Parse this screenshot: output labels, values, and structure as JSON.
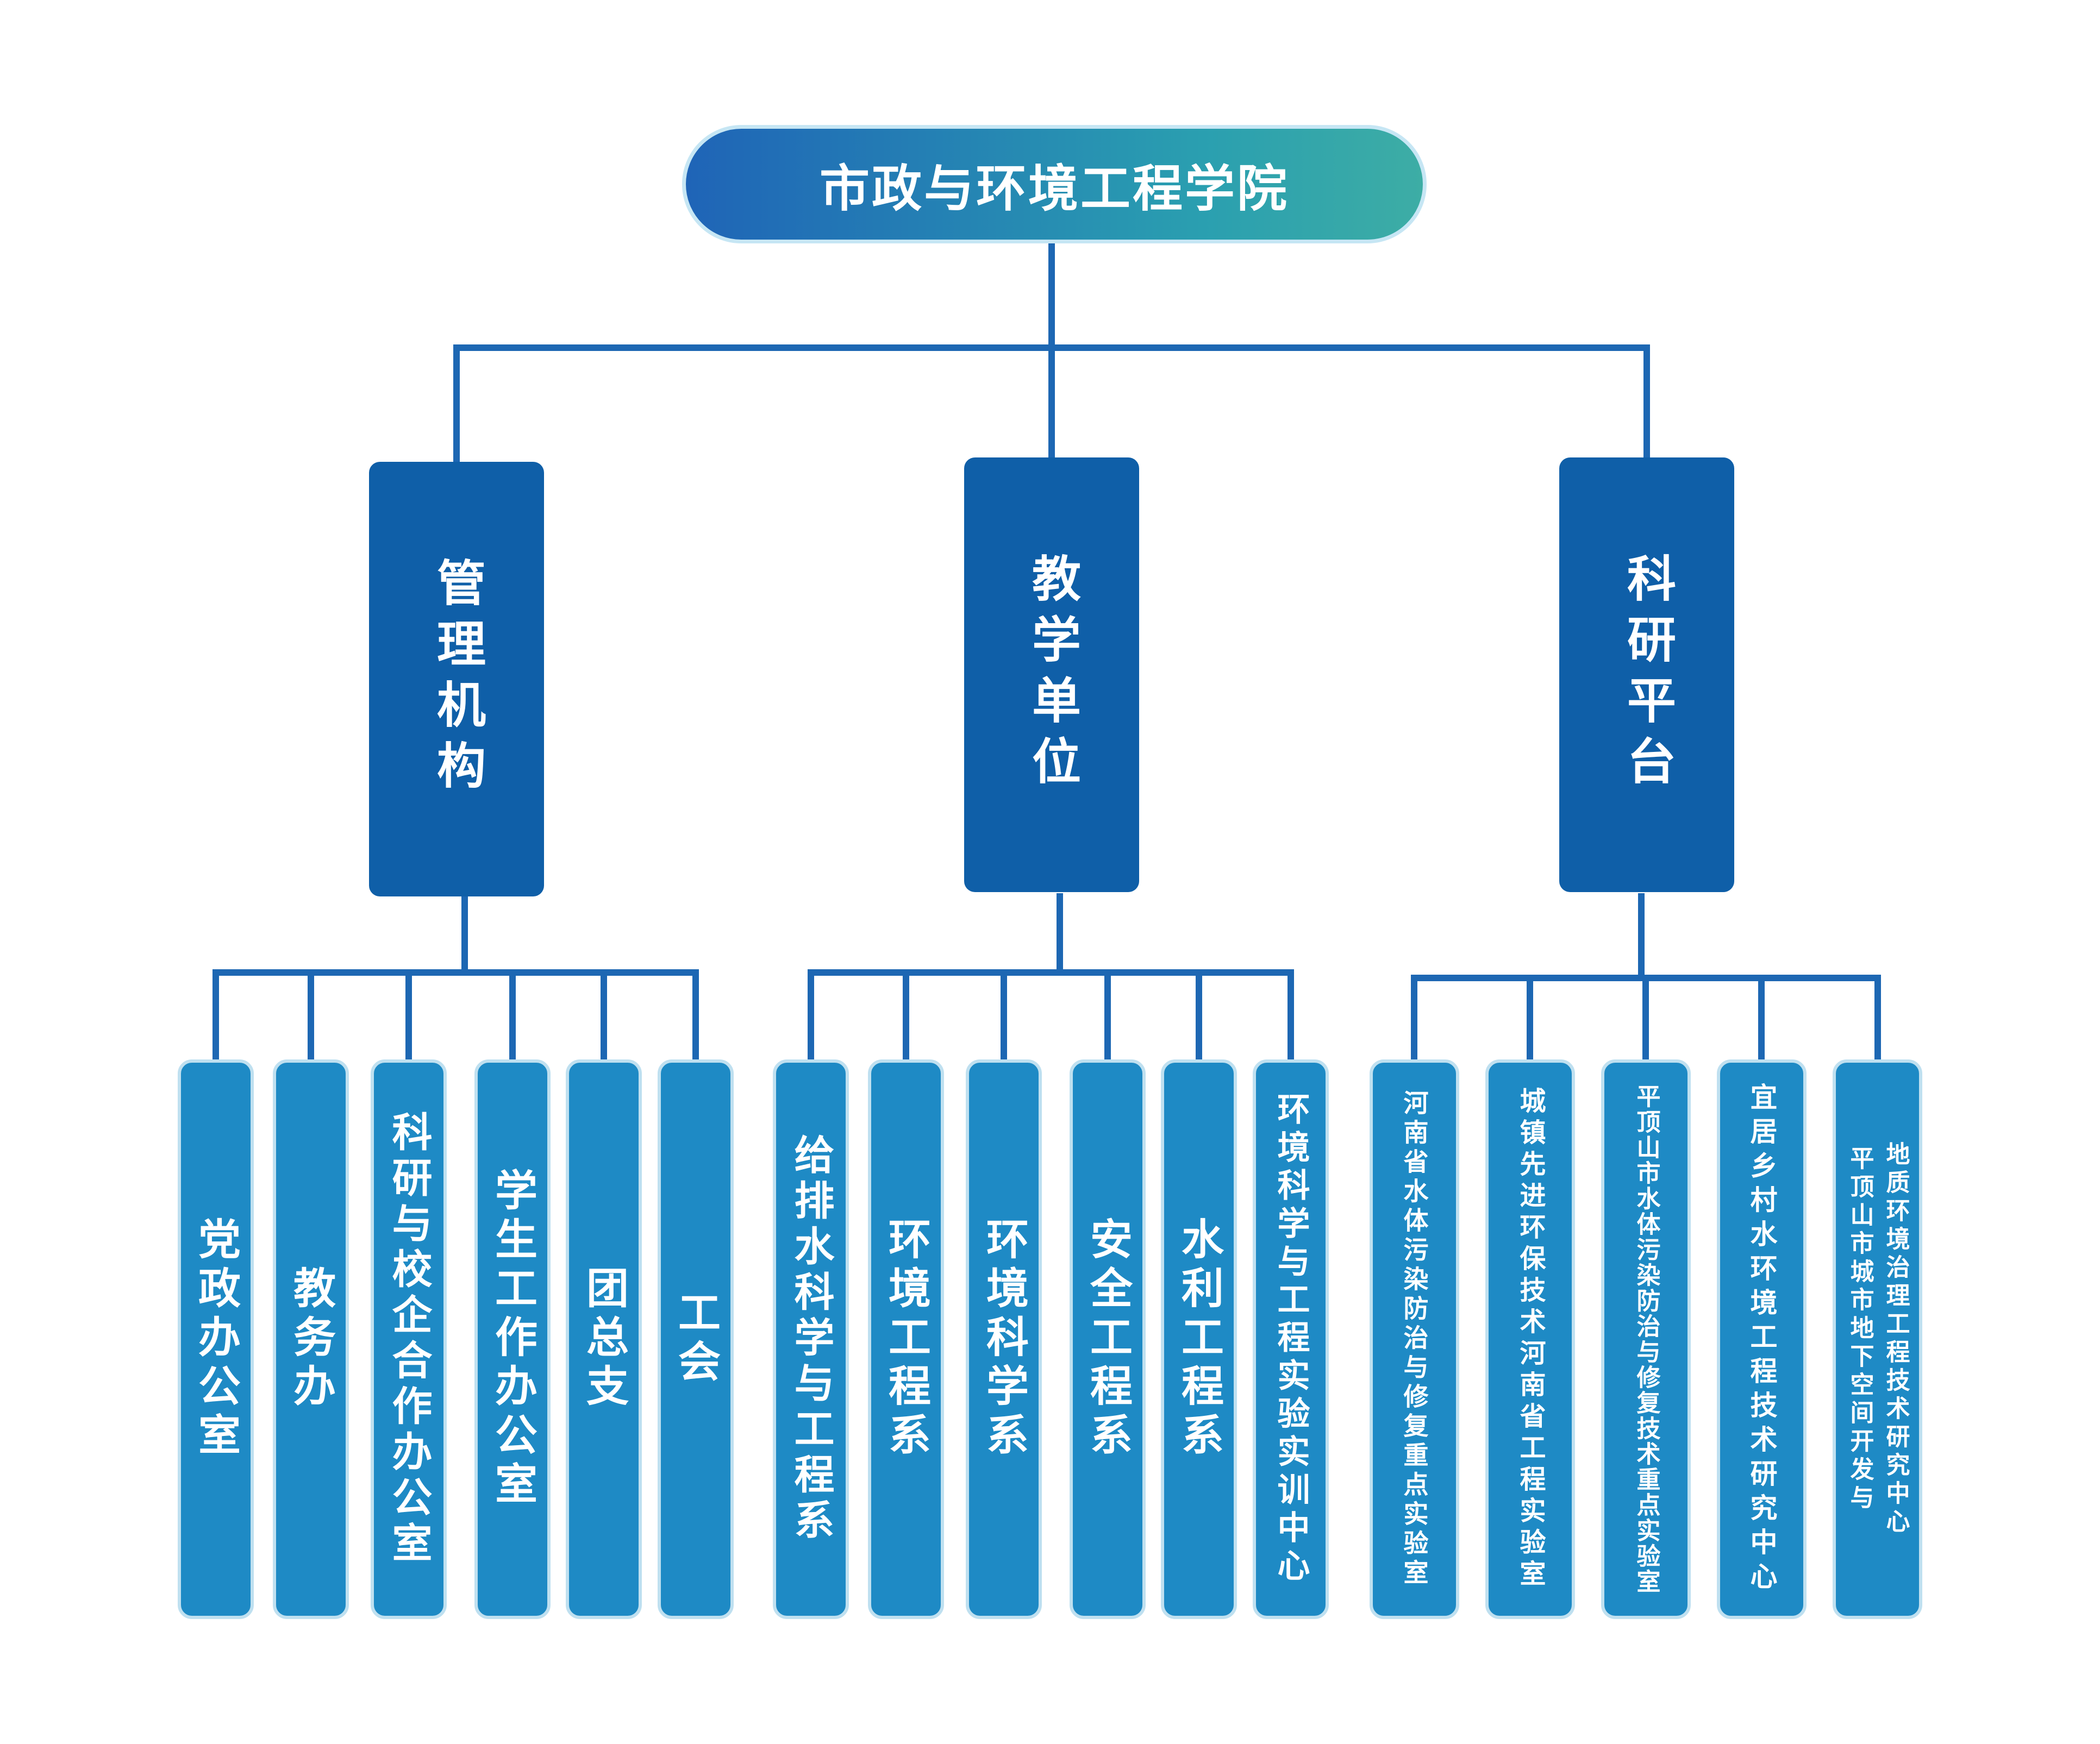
{
  "root": {
    "label": "市政与环境工程学院"
  },
  "categories": [
    {
      "label": "管理机构"
    },
    {
      "label": "教学单位"
    },
    {
      "label": "科研平台"
    }
  ],
  "management": [
    {
      "label": "党政办公室"
    },
    {
      "label": "教务办"
    },
    {
      "label": "科研与校企合作办公室"
    },
    {
      "label": "学生工作办公室"
    },
    {
      "label": "团总支"
    },
    {
      "label": "工会"
    }
  ],
  "teaching": [
    {
      "label": "给排水科学与工程系"
    },
    {
      "label": "环境工程系"
    },
    {
      "label": "环境科学系"
    },
    {
      "label": "安全工程系"
    },
    {
      "label": "水利工程系"
    },
    {
      "label": "环境科学与工程实验实训中心"
    }
  ],
  "research": [
    {
      "label": "河南省水体污染防治与修复重点实验室"
    },
    {
      "label": "城镇先进环保技术河南省工程实验室"
    },
    {
      "label": "平顶山市水体污染防治与修复技术重点实验室"
    },
    {
      "label": "宜居乡村水环境工程技术研究中心"
    },
    {
      "col1": "地质环境治理工程技术研究中心",
      "col2": "平顶山市城市地下空间开发与"
    }
  ],
  "colors": {
    "line": "#1d67b3",
    "root": "#1f64b7",
    "category": "#0f5fa8",
    "leaf": "#1e8ac5",
    "leaf_border": "#bfe0f0"
  }
}
